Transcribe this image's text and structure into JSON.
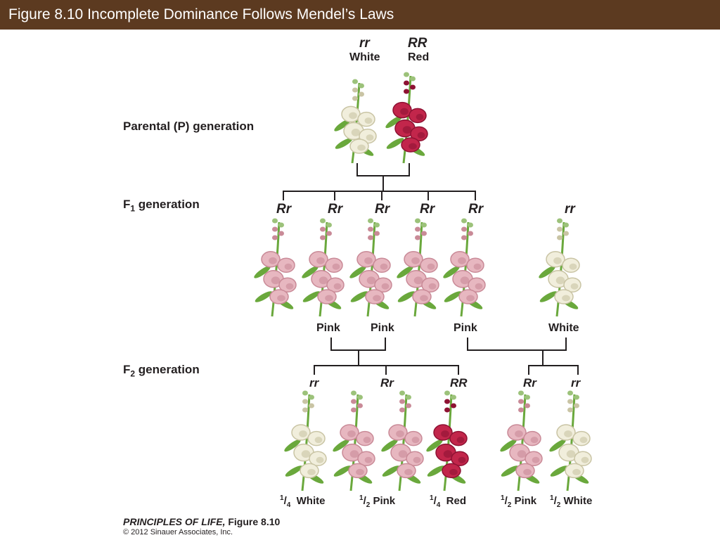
{
  "header": {
    "title": "Figure 8.10  Incomplete Dominance Follows Mendel’s Laws",
    "bar_color": "#5c3a20"
  },
  "generations": {
    "parental": "Parental (P) generation",
    "f1_prefix": "F",
    "f1_sub": "1",
    "f1_suffix": " generation",
    "f2_prefix": "F",
    "f2_sub": "2",
    "f2_suffix": " generation"
  },
  "parental_plants": [
    {
      "genotype": "rr",
      "phenotype": "White",
      "color": "white"
    },
    {
      "genotype": "RR",
      "phenotype": "Red",
      "color": "red"
    }
  ],
  "f1_plants": [
    {
      "genotype": "Rr",
      "color": "pink"
    },
    {
      "genotype": "Rr",
      "color": "pink"
    },
    {
      "genotype": "Rr",
      "color": "pink"
    },
    {
      "genotype": "Rr",
      "color": "pink"
    },
    {
      "genotype": "Rr",
      "color": "pink"
    },
    {
      "genotype": "rr",
      "color": "white"
    }
  ],
  "cross_labels": {
    "pink_a": "Pink",
    "pink_b": "Pink",
    "pink_c": "Pink",
    "white_d": "White"
  },
  "f2_plants": [
    {
      "genotype": "rr",
      "color": "white"
    },
    {
      "genotype": "Rr",
      "color": "pink"
    },
    {
      "genotype": "",
      "color": "pink"
    },
    {
      "genotype": "RR",
      "color": "red"
    },
    {
      "genotype": "Rr",
      "color": "pink"
    },
    {
      "genotype": "rr",
      "color": "white"
    }
  ],
  "f2_ratios": [
    {
      "num": "1",
      "den": "4",
      "label": "White"
    },
    {
      "num": "1",
      "den": "2",
      "label": "Pink"
    },
    {
      "num": "1",
      "den": "4",
      "label": "Red"
    },
    {
      "num": "1",
      "den": "2",
      "label": "Pink"
    },
    {
      "num": "1",
      "den": "2",
      "label": "White"
    }
  ],
  "credits": {
    "book": "PRINCIPLES OF LIFE,",
    "figure": " Figure 8.10",
    "copyright": "© 2012 Sinauer Associates, Inc."
  },
  "colors": {
    "white_flower": "#f1eedc",
    "white_flower_shade": "#c9c4a4",
    "pink_flower": "#e7b7c0",
    "pink_flower_shade": "#c98a97",
    "red_flower": "#c2264b",
    "red_flower_shade": "#8e1233",
    "leaf": "#6aa83c",
    "bud": "#9cc27a",
    "line": "#231f20"
  }
}
